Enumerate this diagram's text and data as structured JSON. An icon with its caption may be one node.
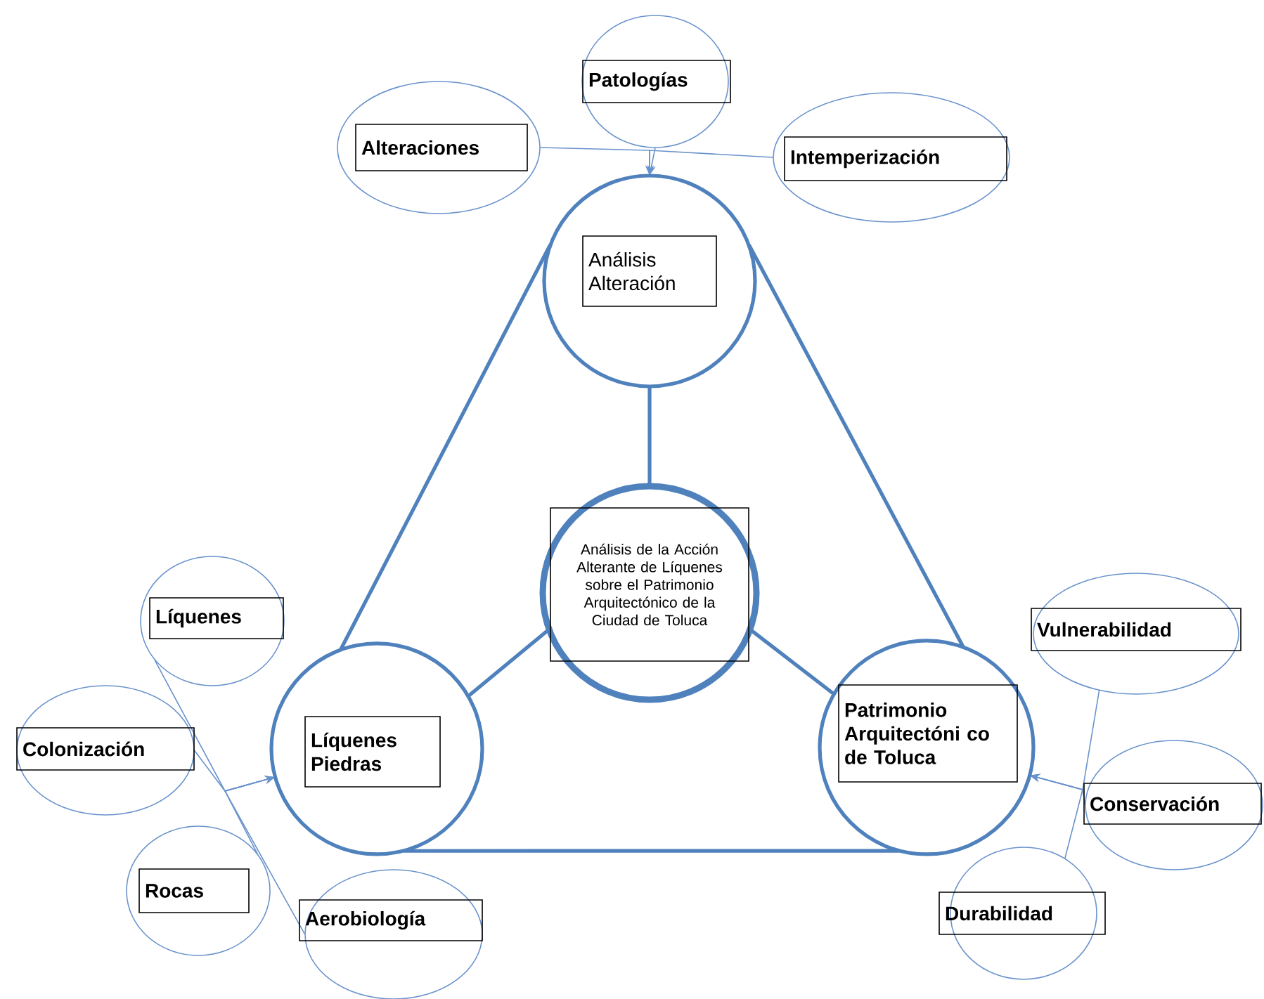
{
  "diagram": {
    "nodes": [
      {
        "text": [
          "Análisis Alteración"
        ]
      },
      {
        "text": [
          "Análisis de la Acción Alterante de Líquenes sobre el Patrimonio Arquitectónico de la Ciudad de Toluca"
        ]
      },
      {
        "text": [
          "Líquenes Piedras"
        ]
      },
      {
        "text": [
          "Patrimonio Arquitectóni co de Toluca"
        ]
      },
      {
        "text": [
          "Patologías"
        ]
      },
      {
        "text": [
          "Alteraciones"
        ]
      },
      {
        "text": [
          "Intemperización"
        ]
      },
      {
        "text": [
          "Líquenes"
        ]
      },
      {
        "text": [
          "Colonización"
        ]
      },
      {
        "text": [
          "Rocas"
        ]
      },
      {
        "text": [
          "Aerobiología"
        ]
      },
      {
        "text": [
          "Vulnerabilidad"
        ]
      },
      {
        "text": [
          "Conservación"
        ]
      },
      {
        "text": [
          "Durabilidad"
        ]
      }
    ],
    "edges": [
      {
        "from": 0,
        "to": 2,
        "arrow": "none",
        "style": "thick"
      },
      {
        "from": 0,
        "to": 3,
        "arrow": "none",
        "style": "thick"
      },
      {
        "from": 2,
        "to": 3,
        "arrow": "none",
        "style": "thick"
      },
      {
        "from": 1,
        "to": 0,
        "arrow": "none",
        "style": "thick"
      },
      {
        "from": 1,
        "to": 2,
        "arrow": "none",
        "style": "thick"
      },
      {
        "from": 1,
        "to": 3,
        "arrow": "none",
        "style": "thick"
      },
      {
        "from": 4,
        "to": 0,
        "arrow": "to"
      },
      {
        "from": 5,
        "to": 0,
        "arrow": "to"
      },
      {
        "from": 6,
        "to": 0,
        "arrow": "to"
      },
      {
        "from": 7,
        "to": 2,
        "arrow": "to"
      },
      {
        "from": 8,
        "to": 2,
        "arrow": "to"
      },
      {
        "from": 9,
        "to": 2,
        "arrow": "to"
      },
      {
        "from": 10,
        "to": 2,
        "arrow": "to"
      },
      {
        "from": 11,
        "to": 3,
        "arrow": "to"
      },
      {
        "from": 12,
        "to": 3,
        "arrow": "to"
      },
      {
        "from": 13,
        "to": 3,
        "arrow": "to"
      }
    ]
  }
}
